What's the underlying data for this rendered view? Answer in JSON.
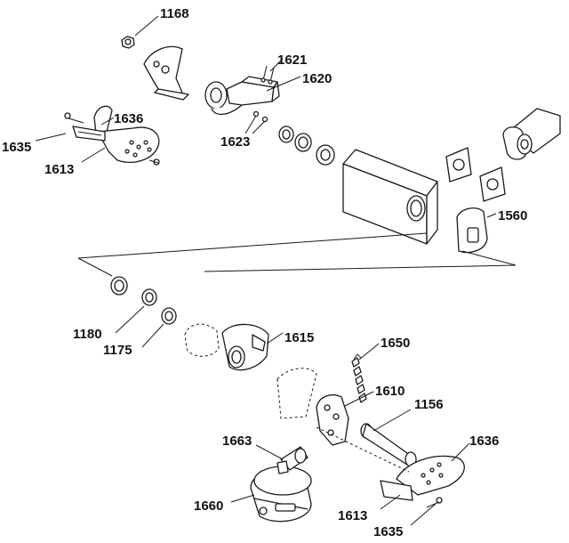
{
  "callouts": {
    "c1168": "1168",
    "c1621": "1621",
    "c1620": "1620",
    "c1636_top": "1636",
    "c1635_top": "1635",
    "c1613_top": "1613",
    "c1623": "1623",
    "c1560": "1560",
    "c1180": "1180",
    "c1175": "1175",
    "c1615": "1615",
    "c1650": "1650",
    "c1610": "1610",
    "c1156": "1156",
    "c1636_bottom": "1636",
    "c1663": "1663",
    "c1660": "1660",
    "c1613_bottom": "1613",
    "c1635_bottom": "1635"
  },
  "colors": {
    "ink": "#1a1a1a",
    "part_shade": "#e6e6e6",
    "background": "#ffffff"
  }
}
